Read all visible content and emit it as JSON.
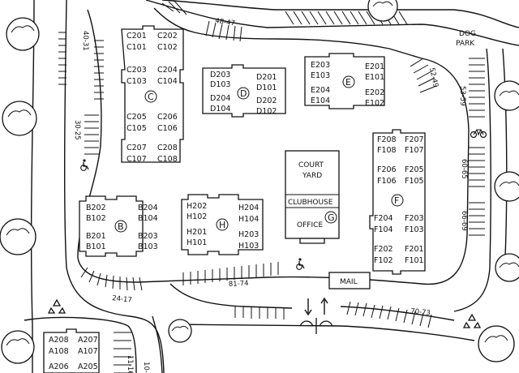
{
  "buildings": [
    {
      "id": "A",
      "units": [
        "A208",
        "A207",
        "A108",
        "A107",
        "A206",
        "A205"
      ]
    },
    {
      "id": "B",
      "letter": "B",
      "units": [
        "B202",
        "B204",
        "B102",
        "B104",
        "B201",
        "B203",
        "B101",
        "B103"
      ]
    },
    {
      "id": "C",
      "letter": "C",
      "units": [
        "C201",
        "C202",
        "C101",
        "C102",
        "C203",
        "C204",
        "C103",
        "C104",
        "C205",
        "C206",
        "C105",
        "C106",
        "C207",
        "C208",
        "C107",
        "C108"
      ]
    },
    {
      "id": "D",
      "letter": "D",
      "units": [
        "D203",
        "D201",
        "D103",
        "D101",
        "D204",
        "D202",
        "D104",
        "D102"
      ]
    },
    {
      "id": "E",
      "letter": "E",
      "units": [
        "E203",
        "E201",
        "E103",
        "E101",
        "E204",
        "E202",
        "E104",
        "E102"
      ]
    },
    {
      "id": "F",
      "letter": "F",
      "units": [
        "F208",
        "F207",
        "F108",
        "F107",
        "F206",
        "F205",
        "F106",
        "F105",
        "F204",
        "F203",
        "F104",
        "F103",
        "F202",
        "F201",
        "F102",
        "F101"
      ]
    },
    {
      "id": "G",
      "letter": "G"
    },
    {
      "id": "H",
      "letter": "H",
      "units": [
        "H202",
        "H204",
        "H102",
        "H104",
        "H201",
        "H203",
        "H101",
        "H103"
      ]
    }
  ],
  "facilities": {
    "court_yard_line1": "COURT",
    "court_yard_line2": "YARD",
    "clubhouse": "CLUBHOUSE",
    "office": "OFFICE",
    "mail": "MAIL",
    "dog_park_line1": "DOG",
    "dog_park_line2": "PARK"
  },
  "parking_labels": [
    "48-47",
    "40-31",
    "30-25",
    "24-17",
    "81-74",
    "70-73",
    "52-49",
    "53-59",
    "60-65",
    "66-69",
    "11-16",
    "10-"
  ],
  "icons": {
    "accessible": "wheelchair-icon",
    "recycling": "recycle-icon",
    "bicycle": "bicycle-icon",
    "entry_exit": "entry-exit-arrows-icon",
    "tree": "tree-icon"
  }
}
